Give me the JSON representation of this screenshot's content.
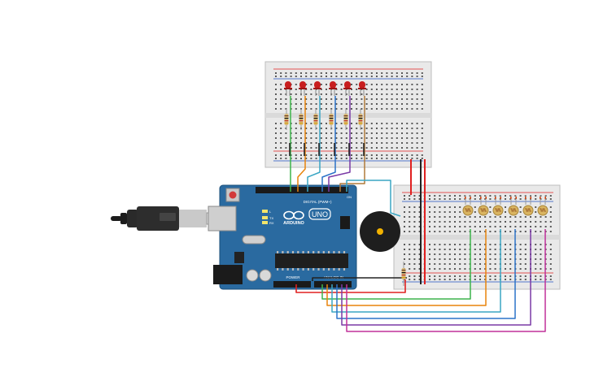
{
  "arduino": {
    "board_name": "ARDUINO",
    "model": "UNO",
    "digital_label": "DIGITAL (PWM~)",
    "power_label": "POWER",
    "analog_label": "ANALOG IN",
    "led_l": "L",
    "led_tx": "TX",
    "led_rx": "RX",
    "on_label": "ON"
  },
  "breadboard_top": {
    "led_count": 6,
    "led_color": "#c81e1e"
  },
  "breadboard_right": {
    "photoresistor_count": 6
  },
  "wire_colors": {
    "green": "#3cb44b",
    "orange": "#e8840c",
    "teal": "#3aa6c4",
    "blue": "#2c73c8",
    "purple": "#7a3aa6",
    "brown": "#b07a3a",
    "magenta": "#c0309a",
    "red": "#e02020",
    "black": "#222222"
  }
}
